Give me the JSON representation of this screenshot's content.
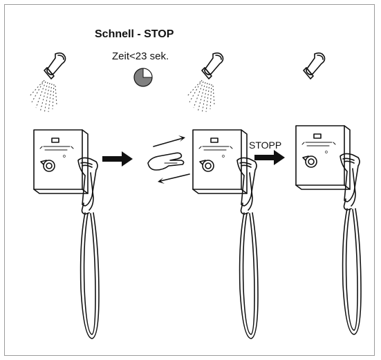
{
  "diagram": {
    "title": "Schnell - STOP",
    "timer_text": "Zeit<23 sek.",
    "stop_label": "STOPP",
    "timer_fraction": 0.25,
    "colors": {
      "line": "#111111",
      "timer_fill": "#808080",
      "spray": "#555555",
      "frame": "#9a9a9a"
    },
    "panels": [
      {
        "name": "shower-running",
        "spray": true
      },
      {
        "name": "hand-wave",
        "spray": true
      },
      {
        "name": "shower-stopped",
        "spray": false
      }
    ],
    "icons": [
      "shower-head-icon",
      "spray-icon",
      "control-panel-icon",
      "hand-shower-icon",
      "hose-icon",
      "arrow-right-icon",
      "hand-wave-icon",
      "timer-icon"
    ]
  }
}
